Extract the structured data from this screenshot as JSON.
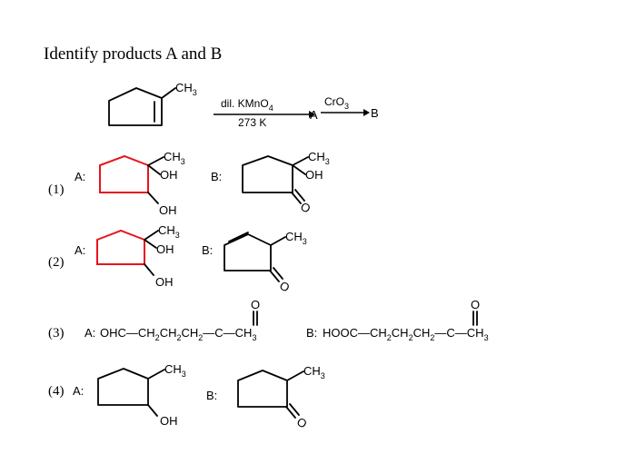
{
  "question": {
    "title": "Identify products A and B"
  },
  "reaction": {
    "substituent": "CH3",
    "reagent1_top": "dil. KMnO4",
    "reagent1_bottom": "273 K",
    "intermediate": "A",
    "reagent2": "CrO3",
    "product": "B"
  },
  "options": [
    {
      "number": "(1)",
      "label_a": "A:",
      "label_b": "B:",
      "a_ch3": "CH3",
      "a_oh_top": "OH",
      "a_oh_bottom": "OH",
      "b_ch3": "CH3",
      "b_oh": "OH",
      "b_ketone_o": "O"
    },
    {
      "number": "(2)",
      "label_a": "A:",
      "label_b": "B:",
      "a_ch3": "CH3",
      "a_oh_top": "OH",
      "a_oh_bottom": "OH",
      "b_ch3": "CH3",
      "b_ketone_o": "O"
    },
    {
      "number": "(3)",
      "label_a": "A:",
      "a_formula": "OHC—CH2CH2CH2—C—CH3",
      "a_ketone_o": "O",
      "label_b": "B:",
      "b_formula": "HOOC—CH2CH2CH2—C—CH3",
      "b_ketone_o": "O"
    },
    {
      "number": "(4)",
      "label_a": "A:",
      "label_b": "B:",
      "a_ch3": "CH3",
      "a_oh": "OH",
      "b_ch3": "CH3",
      "b_ketone_o": "O"
    }
  ]
}
